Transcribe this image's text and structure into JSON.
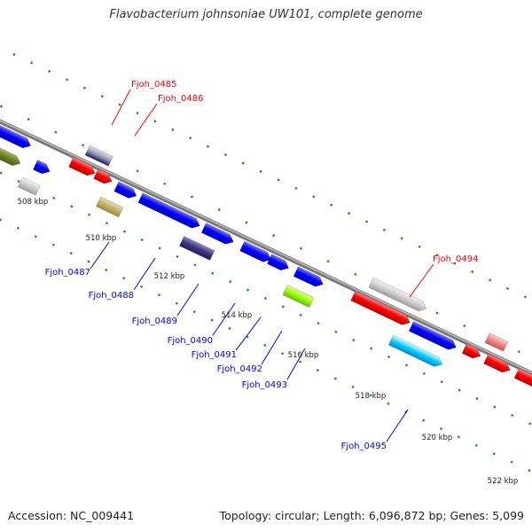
{
  "title": "Flavobacterium johnsoniae UW101, complete genome",
  "footer": {
    "accession": "Accession: NC_009441",
    "summary": "Topology: circular; Length: 6,096,872 bp; Genes: 5,099"
  },
  "genome_map": {
    "ticks": [
      "508 kbp",
      "510 kbp",
      "512 kbp",
      "514 kbp",
      "516 kbp",
      "518 kbp",
      "520 kbp",
      "522 kbp"
    ],
    "strand_colors": {
      "forward": "#ff0000",
      "reverse": "#0000ff"
    },
    "features": [
      {
        "label": "Fjoh_0485",
        "strand": "forward",
        "color": "#9999aa"
      },
      {
        "label": "Fjoh_0486",
        "strand": "forward",
        "color": "#ff0000"
      },
      {
        "label": "Fjoh_0487",
        "strand": "reverse",
        "color": "#0000ff"
      },
      {
        "label": "Fjoh_0488",
        "strand": "reverse",
        "color": "#0000ff"
      },
      {
        "label": "Fjoh_0489",
        "strand": "reverse",
        "color": "#3d3580"
      },
      {
        "label": "Fjoh_0490",
        "strand": "reverse",
        "color": "#0000ff"
      },
      {
        "label": "Fjoh_0491",
        "strand": "reverse",
        "color": "#0000ff"
      },
      {
        "label": "Fjoh_0492",
        "strand": "reverse",
        "color": "#0000ff"
      },
      {
        "label": "Fjoh_0493",
        "strand": "reverse",
        "color": "#99ff00"
      },
      {
        "label": "Fjoh_0494",
        "strand": "forward",
        "color": "#cccccc"
      },
      {
        "label": "Fjoh_0495",
        "strand": "reverse",
        "color": "#00ccff"
      }
    ]
  }
}
